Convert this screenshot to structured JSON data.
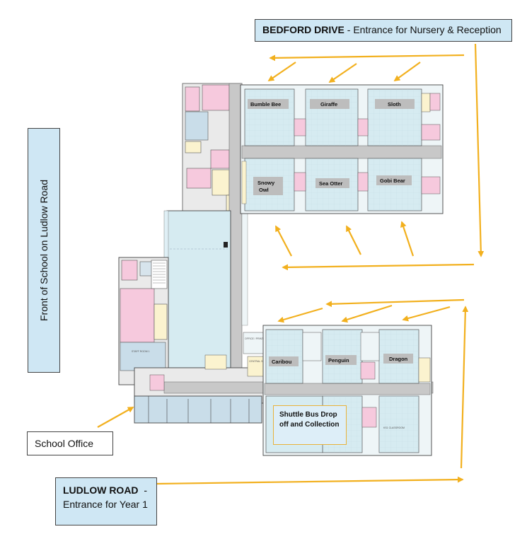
{
  "labels": {
    "bedford_bold": "BEDFORD DRIVE",
    "bedford_rest": " - Entrance for Nursery & Reception",
    "front": "Front of School on Ludlow Road",
    "office": "School Office",
    "ludlow_bold": "LUDLOW ROAD",
    "ludlow_dash": "  -",
    "ludlow_rest": "Entrance for Year 1",
    "shuttle": "Shuttle Bus Drop off and Collection"
  },
  "rooms": {
    "bumble_bee": "Bumble Bee",
    "giraffe": "Giraffe",
    "sloth": "Sloth",
    "snowy": "Snowy",
    "owl": "Owl",
    "sea_otter": "Sea Otter",
    "gobi_bear": "Gobi Bear",
    "caribou": "Caribou",
    "penguin": "Penguin",
    "dragon": "Dragon"
  },
  "plan_text": {
    "staff_room": "STAFF ROOM 1",
    "ks1_classroom": "KS1 CLASSROOM",
    "central_store": "CENTRAL STORE",
    "office_work": "OFFICE / PRINT WORK"
  },
  "colors": {
    "arrow": "#f2b01e",
    "room_blue": "#d6ebf1",
    "corridor": "#c8c8c8",
    "pink": "#f6c9dd",
    "cream": "#fbf3cf",
    "label_blue": "#cfe7f4"
  }
}
